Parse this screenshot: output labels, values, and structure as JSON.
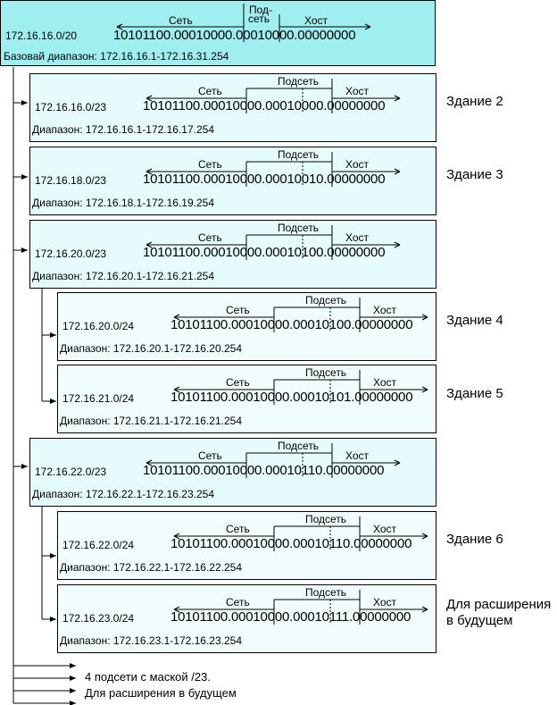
{
  "labels": {
    "net": "Сеть",
    "host": "Хост",
    "subnet": "Подсеть",
    "subnet_split_1": "Под-",
    "subnet_split_2": "сеть"
  },
  "root": {
    "address": "172.16.16.0/20",
    "bits": "10101100.00010000.00010000.00000000",
    "range": "Базовай диапазон: 172.16.16.1-172.16.31.254"
  },
  "blocks": [
    {
      "address": "172.16.16.0/23",
      "bits": "10101100.00010000.00010000.00000000",
      "range": "Диапазон: 172.16.16.1-172.16.17.254",
      "building": "Здание 2"
    },
    {
      "address": "172.16.18.0/23",
      "bits": "10101100.00010000.00010010.00000000",
      "range": "Диапазон: 172.16.18.1-172.16.19.254",
      "building": "Здание 3"
    },
    {
      "address": "172.16.20.0/23",
      "bits": "10101100.00010000.00010100.00000000",
      "range": "Диапазон: 172.16.20.1-172.16.21.254",
      "building": ""
    },
    {
      "address": "172.16.20.0/24",
      "bits": "10101100.00010000.00010100.00000000",
      "range": "Диапазон: 172.16.20.1-172.16.20.254",
      "building": "Здание 4"
    },
    {
      "address": "172.16.21.0/24",
      "bits": "10101100.00010000.00010101.00000000",
      "range": "Диапазон: 172.16.21.1-172.16.21.254",
      "building": "Здание 5"
    },
    {
      "address": "172.16.22.0/23",
      "bits": "10101100.00010000.00010110.00000000",
      "range": "Диапазон: 172.16.22.1-172.16.23.254",
      "building": ""
    },
    {
      "address": "172.16.22.0/24",
      "bits": "10101100.00010000.00010110.00000000",
      "range": "Диапазон: 172.16.22.1-172.16.22.254",
      "building": "Здание 6"
    },
    {
      "address": "172.16.23.0/24",
      "bits": "10101100.00010000.00010111.00000000",
      "range": "Диапазон: 172.16.23.1-172.16.23.254",
      "building_line1": "Для расширения",
      "building_line2": "в будущем"
    }
  ],
  "footer": {
    "line1": "4 подсети с маской /23.",
    "line2": "Для расширения в будущем"
  }
}
